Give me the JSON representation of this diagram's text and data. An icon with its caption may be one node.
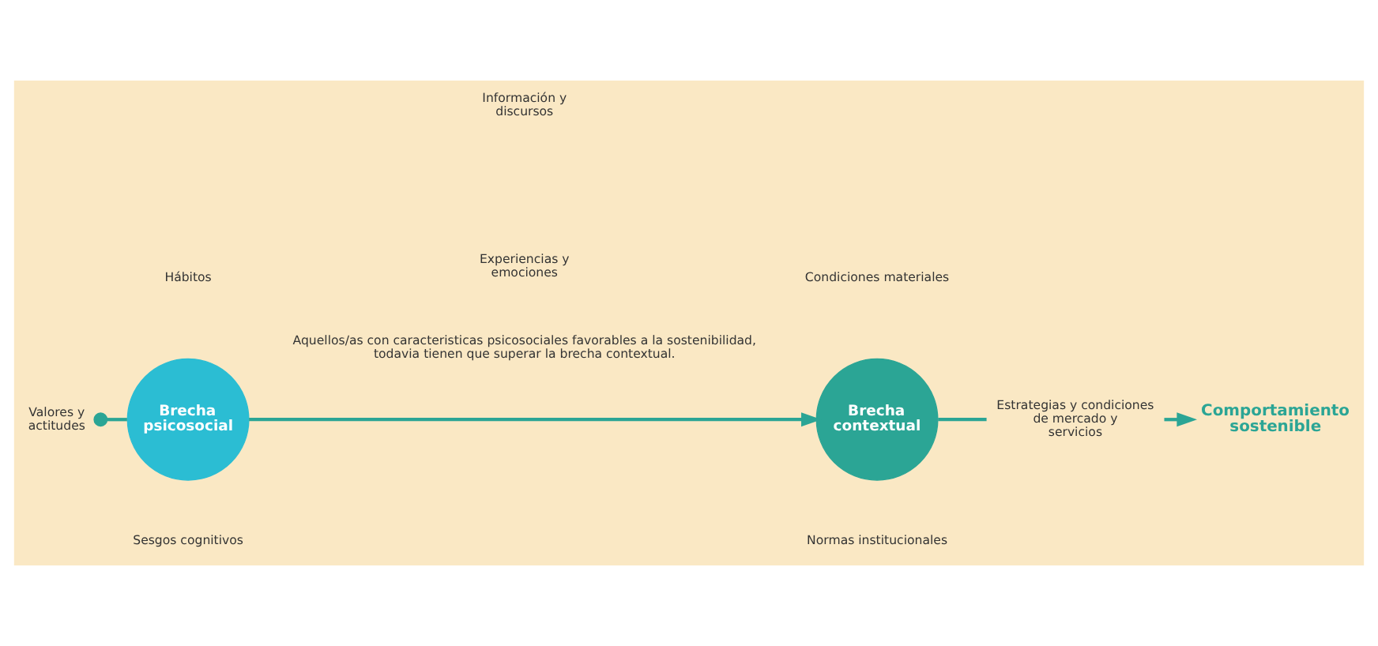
{
  "diagram": {
    "nodes": [
      {
        "text": [
          "Valores y actitudes"
        ]
      },
      {
        "text": [
          "Brecha psicosocial"
        ]
      },
      {
        "text": [
          "Brecha contextual"
        ]
      },
      {
        "text": [
          "Estrategias y condiciones de mercado y servicios"
        ]
      },
      {
        "text": [
          "Comportamiento sostenible"
        ]
      }
    ],
    "edges": [
      {
        "from": 0,
        "to": 1,
        "arrow": "other"
      },
      {
        "from": 1,
        "to": 2,
        "arrow": "to"
      },
      {
        "from": 2,
        "to": 3,
        "arrow": "none"
      },
      {
        "from": 3,
        "to": 4,
        "arrow": "to"
      }
    ],
    "labels": [
      "Hábitos",
      "Condiciones materiales",
      "Información y discursos",
      "Experiencias y emociones",
      "Sesgos cognitivos",
      "Normas institucionales",
      "Aquellos/as con caracteristicas psicosociales favorables a la sostenibilidad, todavia tienen que superar la brecha contextual."
    ]
  }
}
